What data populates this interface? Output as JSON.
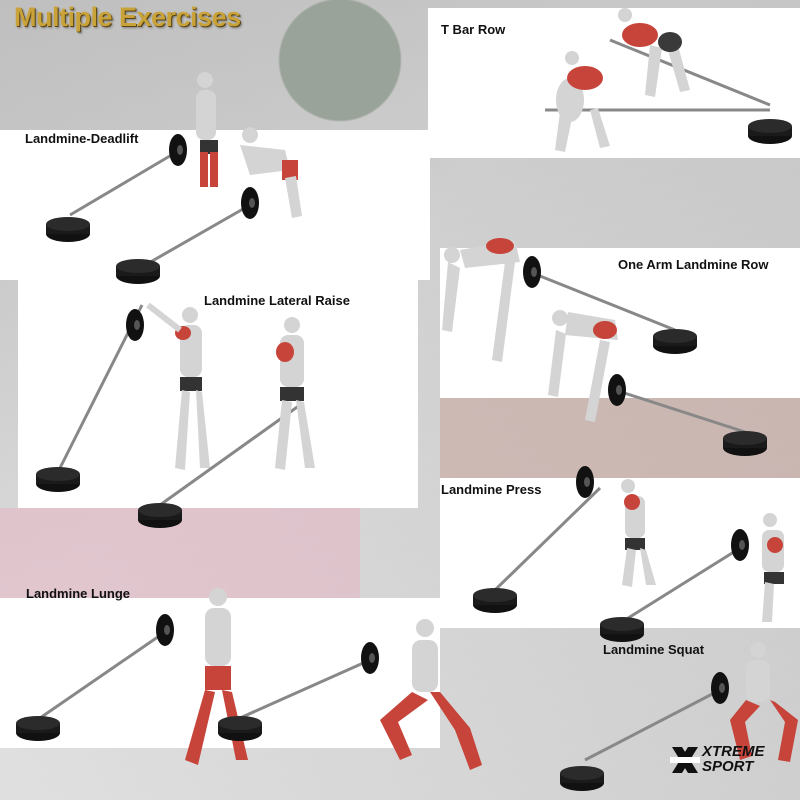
{
  "title": "Multiple Exercises",
  "exercises": [
    {
      "label": "T Bar Row"
    },
    {
      "label": "Landmine-Deadlift"
    },
    {
      "label": "One Arm Landmine Row"
    },
    {
      "label": "Landmine Lateral Raise"
    },
    {
      "label": "Landmine Press"
    },
    {
      "label": "Landmine Lunge"
    },
    {
      "label": "Landmine Squat"
    }
  ],
  "brand": {
    "line1": "XTREME",
    "line2": "SPORT"
  },
  "colors": {
    "title": "#c9a33a",
    "muscle": "#c7443a",
    "body": "#d4d4d4",
    "equipment": "#111111"
  }
}
